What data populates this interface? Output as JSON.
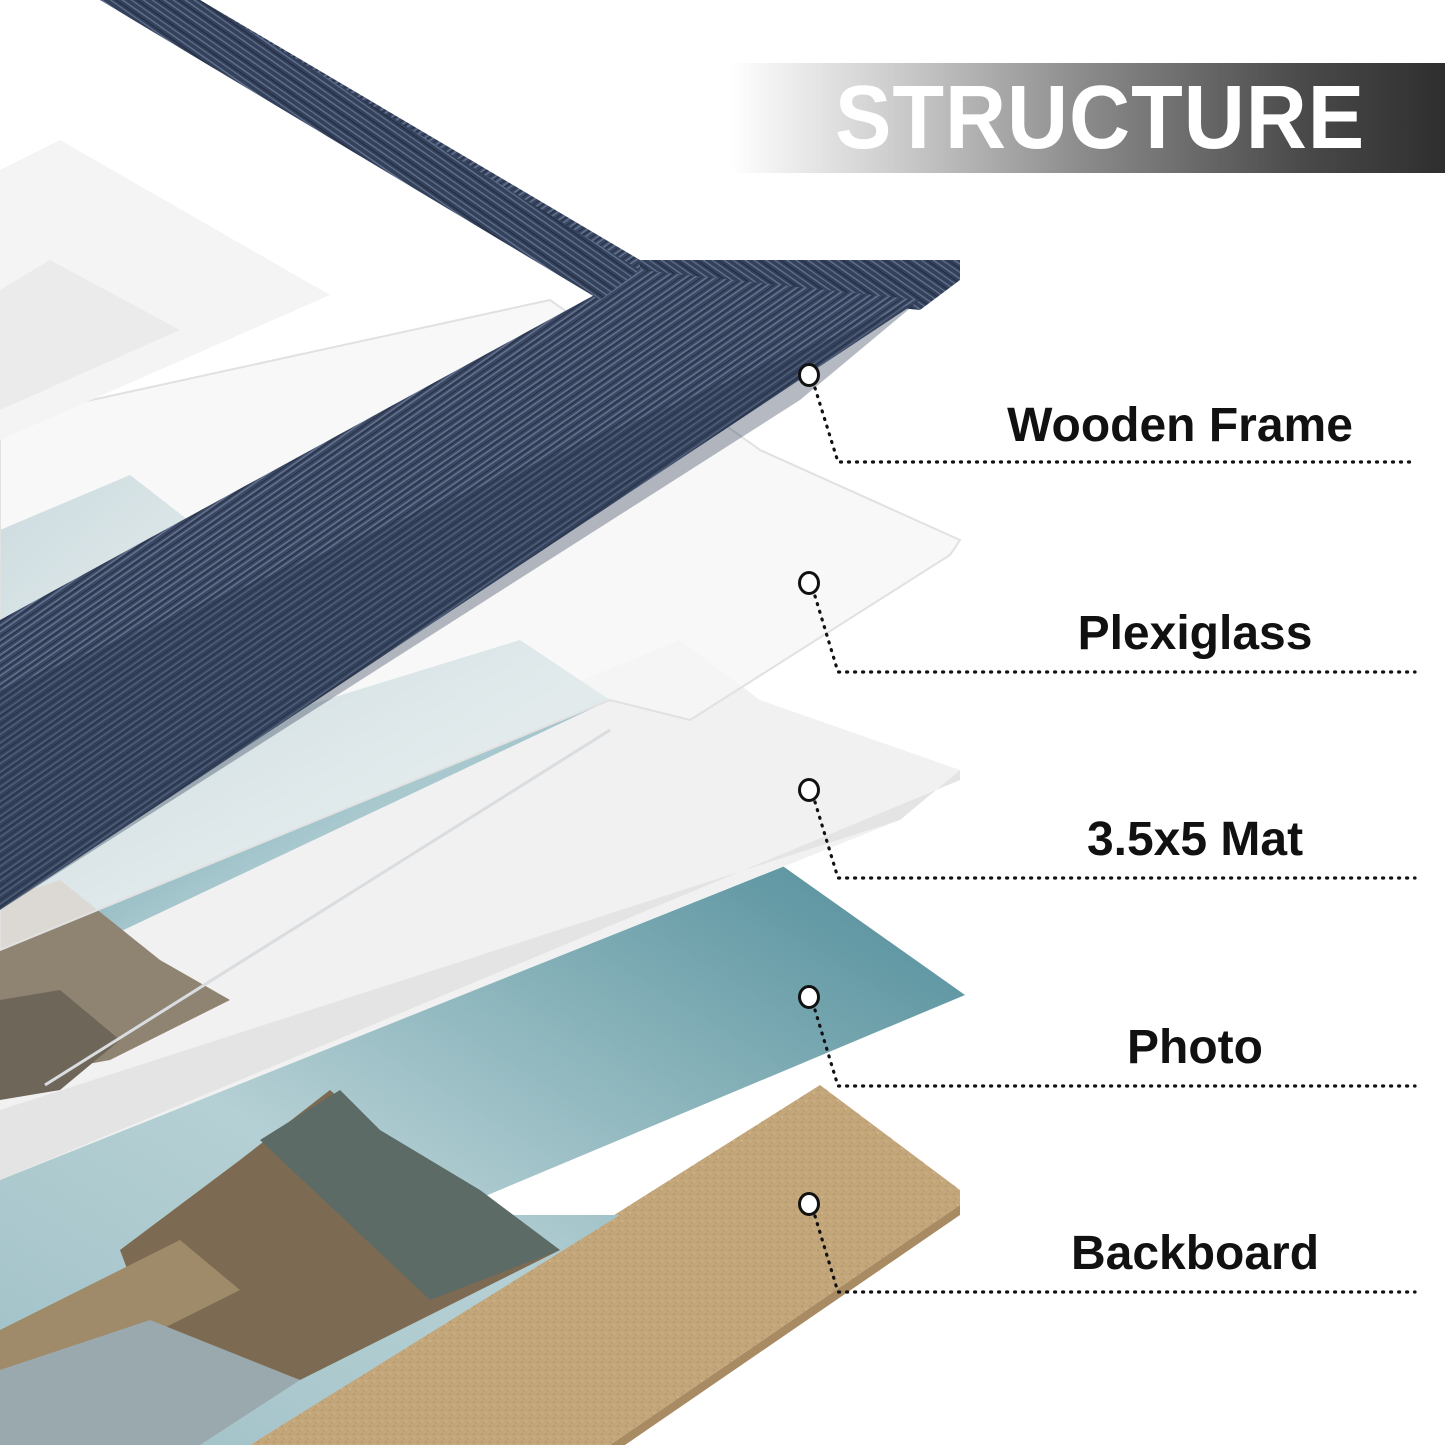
{
  "header": {
    "title": "STRUCTURE"
  },
  "layers": [
    {
      "label": "Wooden Frame",
      "color": "#3a4760"
    },
    {
      "label": "Plexiglass",
      "color": "#f2f2f2"
    },
    {
      "label": "3.5x5 Mat",
      "color": "#f0f0f0"
    },
    {
      "label": "Photo",
      "color": "#5f9aa6"
    },
    {
      "label": "Backboard",
      "color": "#c3a57a"
    }
  ],
  "colors": {
    "frame": "#3a4760",
    "frame_highlight": "#7b8bab",
    "photo_sky": "#6fa3ae",
    "backboard": "#c3a57a",
    "banner_dark": "#2e2e2e",
    "label_text": "#111111"
  }
}
